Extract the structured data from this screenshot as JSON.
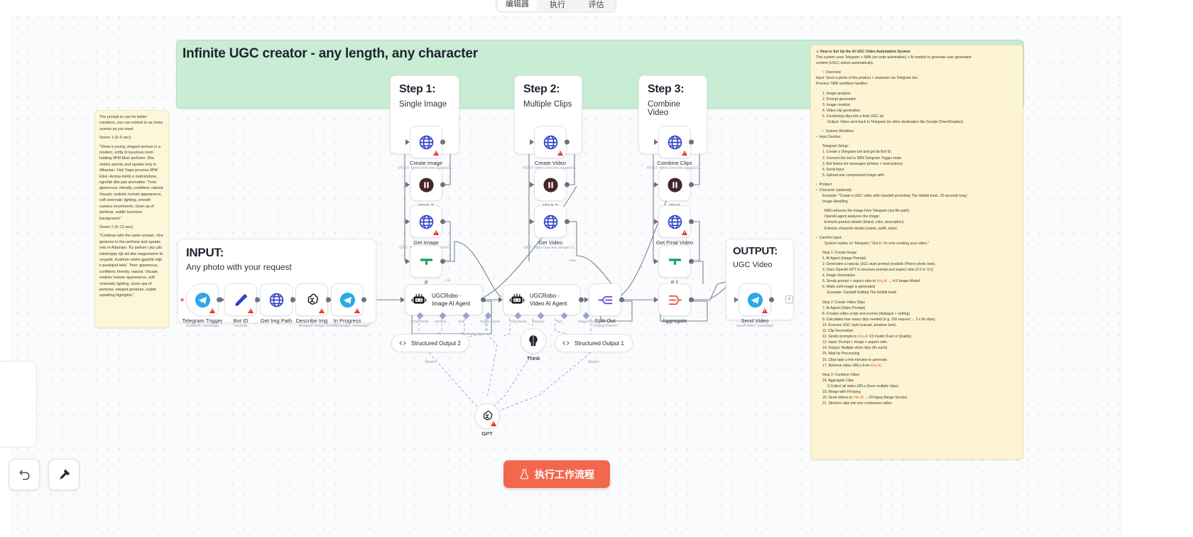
{
  "tabstrip": {
    "tabs": [
      "编辑器",
      "执行",
      "评估"
    ],
    "active_index": 0
  },
  "notes": {
    "green_title": "Infinite UGC creator - any length, any character",
    "left_note": [
      "The prompt to use for better creations, you can extend to as many scenes as you want",
      "Scene 1 (0–6 sec):",
      "\"Show a young, elegant woman in a modern, softly lit luxurious room holding 9PM Elixir perfume. She smiles warmly and speaks only in Albanian: 'Hej! Sapo provova 9PM Elixir. Aroma është e mahnitshme, ngrohtë dhe pak aromatike.' Tone: glamorous, friendly, confident, natural. Visuals: realistic human appearance, soft cinematic lighting, smooth camera movements, close-up of perfume, subtle luxurious background.\"",
      "Scene 2 (6–12 sec):",
      "\"Continue with the same woman. She gestures to the perfume and speaks only in Albanian: 'Ky parfum i jep çdo mbrëmjeje një stil dhe magnetizëm të veçantë. Kushton vetëm gjashtë mijë e pesëqind lekë.' Tone: glamorous, confident, friendly, natural. Visuals: realistic human appearance, soft cinematic lighting, close-ups of perfume, elegant gestures, subtle sparkling highlights.\""
    ],
    "right_note": [
      {
        "text": "How to Set Up the AI UGC Video Automation System",
        "style": "pin"
      },
      {
        "text": "This system uses Telegram + N8N (no-code automation) + AI models to generate user-generated",
        "style": "plain"
      },
      {
        "text": "content (UGC) videos automatically.",
        "style": "plain"
      },
      {
        "text": "",
        "style": "gap"
      },
      {
        "text": "Overview",
        "style": "bullet-ind"
      },
      {
        "text": "Input: Send a photo of the product + character via Telegram bot.",
        "style": "plain"
      },
      {
        "text": "Process: N8N workflow handles:",
        "style": "plain"
      },
      {
        "text": "",
        "style": "gap"
      },
      {
        "text": "1. Image analysis",
        "style": "ind1"
      },
      {
        "text": "2. Prompt generation",
        "style": "ind1"
      },
      {
        "text": "3. Image creation",
        "style": "ind1"
      },
      {
        "text": "4. Video clip generation",
        "style": "ind1"
      },
      {
        "text": "5. Combining clips into a final UGC ad",
        "style": "ind1"
      },
      {
        "text": "Output: Video sent back to Telegram (or other destination like Google Drive/Dropbox).",
        "style": "ind2"
      },
      {
        "text": "",
        "style": "gap"
      },
      {
        "text": "System Workflow",
        "style": "bullet-ind"
      },
      {
        "text": "Input Section",
        "style": "bullet"
      },
      {
        "text": "",
        "style": "gap"
      },
      {
        "text": "Telegram Setup:",
        "style": "ind1"
      },
      {
        "text": "1. Create a Telegram bot and get its Bot ID.",
        "style": "ind1"
      },
      {
        "text": "2. Connect the bot to N8N Telegram Trigger node.",
        "style": "ind1"
      },
      {
        "text": "3. Bot listens for messages (photos + instructions).",
        "style": "ind1"
      },
      {
        "text": "4. Send Input",
        "style": "ind1"
      },
      {
        "text": "5. Upload one compressed image with :",
        "style": "ind1"
      },
      {
        "text": "",
        "style": "gap"
      },
      {
        "text": "Product",
        "style": "bullet"
      },
      {
        "text": "Character (optional)",
        "style": "bullet"
      },
      {
        "text": "Example: \"Create a UGC video with Gandalf promoting The Hobbit book. 20 seconds long.\"",
        "style": "ind1"
      },
      {
        "text": "Image Handling",
        "style": "ind1"
      },
      {
        "text": "",
        "style": "gap"
      },
      {
        "text": ". N8N retrieves the image from Telegram (via file path).",
        "style": "ind1"
      },
      {
        "text": ". OpenAI agent analyzes the image:",
        "style": "ind1"
      },
      {
        "text": ". Extracts product details (brand, color, description).",
        "style": "ind1"
      },
      {
        "text": ". Extracts character details (name, outfit, style).",
        "style": "ind1"
      },
      {
        "text": "",
        "style": "gap"
      },
      {
        "text": "Confirm Input:",
        "style": "bullet"
      },
      {
        "text": ". System replies on Telegram: \"Got it. I'm now creating your video.\"",
        "style": "ind1"
      },
      {
        "text": "",
        "style": "gap"
      },
      {
        "text": "Step 1: Create Image",
        "style": "ind1"
      },
      {
        "text": "1. AI Agent (Image Prompt)",
        "style": "ind1"
      },
      {
        "text": "2. Generates a natural, UGC-style prompt (realistic iPhone photo look).",
        "style": "ind1"
      },
      {
        "text": "3. Uses OpenAI GPT to structure prompt and aspect ratio (2:3 or 3:2).",
        "style": "ind1"
      },
      {
        "text": "4. Image Generation",
        "style": "ind1"
      },
      {
        "text": "5. Sends prompt + aspect ratio to |Key.AI| → 4.0 Image Model.",
        "style": "ind1-key"
      },
      {
        "text": "6. Waits until image is generated.",
        "style": "ind1"
      },
      {
        "text": "Example: Gandalf holding The Hobbit book.",
        "style": "ind2"
      },
      {
        "text": "",
        "style": "gap"
      },
      {
        "text": "Step 2: Create Video Clips",
        "style": "ind1"
      },
      {
        "text": "7. AI Agent (Video Prompt)",
        "style": "ind1"
      },
      {
        "text": "8. Creates video script and scenes (dialogue + setting).",
        "style": "ind1"
      },
      {
        "text": "9. Calculates how many clips needed (e.g. 20s request → 3 x 8s clips).",
        "style": "ind1"
      },
      {
        "text": "10. Ensures UGC style (casual, amateur look).",
        "style": "ind1"
      },
      {
        "text": "11. Clip Generation",
        "style": "ind1"
      },
      {
        "text": "12. Sends prompts to |Key.AI| V3 model (Fast or Quality).",
        "style": "ind1-key"
      },
      {
        "text": "13. Input: Prompt + image + aspect ratio.",
        "style": "ind1"
      },
      {
        "text": "14. Output: Multiple short clips (8s each).",
        "style": "ind1"
      },
      {
        "text": "15. Wait for Processing",
        "style": "ind1"
      },
      {
        "text": "16. Clips take a few minutes to generate.",
        "style": "ind1"
      },
      {
        "text": "17. Retrieve video URLs from |Key.AI|.",
        "style": "ind1-key"
      },
      {
        "text": "",
        "style": "gap"
      },
      {
        "text": "Step 3: Combine Video",
        "style": "ind1"
      },
      {
        "text": "18. Aggregate Clips",
        "style": "ind1"
      },
      {
        "text": "2.Collect all video URLs (from multiple clips).",
        "style": "ind2"
      },
      {
        "text": "19. Merge with FFmpeg",
        "style": "ind1"
      },
      {
        "text": "20. Send videos to |File.AI| → FFmpeg Merge Service.",
        "style": "ind1-file"
      },
      {
        "text": "21. Stitches clips into one continuous video.",
        "style": "ind1"
      }
    ]
  },
  "steps": [
    {
      "title": "Step 1:",
      "subtitle": "Single Image"
    },
    {
      "title": "Step 2:",
      "subtitle": "Multiple Clips"
    },
    {
      "title": "Step 3:",
      "subtitle": "Combine Video"
    }
  ],
  "input_card": {
    "title": "INPUT:",
    "subtitle": "Any photo with your request"
  },
  "output_card": {
    "title": "OUTPUT:",
    "subtitle": "UGC Video"
  },
  "nodes": {
    "telegram_trigger": {
      "label": "Telegram Trigger",
      "sub": "Updates: message",
      "icon": "telegram-icon"
    },
    "bot_id": {
      "label": "Bot ID",
      "sub": "manual",
      "icon": "pencil-icon"
    },
    "get_img_path": {
      "label": "Get Img Path",
      "sub": "",
      "icon": "globe-icon"
    },
    "describe_img": {
      "label": "Describe Img",
      "sub": "Analyze Image",
      "icon": "openai-icon"
    },
    "in_progress": {
      "label": "In Progress",
      "sub": "sendMessage: message",
      "icon": "telegram-icon"
    },
    "create_image": {
      "label": "Create Image",
      "sub": "POST: https://api.kie.ai/api/v1...",
      "icon": "globe-icon"
    },
    "wait3": {
      "label": "Wait 3",
      "sub": "",
      "icon": "pause-icon"
    },
    "get_image": {
      "label": "Get Image",
      "sub": "GET: https://api.kie.ai/api/v1/...",
      "icon": "globe-icon"
    },
    "if1": {
      "label": "If",
      "sub": "",
      "icon": "filter-icon",
      "out_true": "true",
      "out_false": "false"
    },
    "create_video": {
      "label": "Create Video",
      "sub": "POST: https://api.kie.ai/api/v1...",
      "icon": "globe-icon"
    },
    "wait2": {
      "label": "Wait 2",
      "sub": "",
      "icon": "pause-icon"
    },
    "get_video": {
      "label": "Get Video",
      "sub": "GET: https://api.kie.ai/api/v1/...",
      "icon": "globe-icon"
    },
    "combine_clips": {
      "label": "Combine Clips",
      "sub": "POST: https://api.kie.ai/api/v1...",
      "icon": "globe-icon"
    },
    "wait": {
      "label": "Wait",
      "sub": "",
      "icon": "pause-icon"
    },
    "get_final_video": {
      "label": "Get Final Video",
      "sub": "",
      "icon": "globe-icon"
    },
    "if2": {
      "label": "If 2",
      "sub": "",
      "icon": "filter-icon"
    },
    "aggregate": {
      "label": "Aggregate",
      "sub": "",
      "icon": "aggregate-icon"
    },
    "send_video": {
      "label": "Send Video",
      "sub": "sendVideo: message",
      "icon": "telegram-icon"
    },
    "image_agent": {
      "label": "UGCRobo - Image AI Agent",
      "icon": "robot-icon"
    },
    "video_agent": {
      "label": "UGCRobo - Video AI Agent",
      "icon": "robot-icon"
    },
    "split_out": {
      "label": "Split Out",
      "sub": "Output Parser",
      "icon": "splitout-icon"
    },
    "structured_output_1": {
      "label": "Structured Output 1",
      "sub": "Model",
      "icon": "code-icon"
    },
    "structured_output_2": {
      "label": "Structured Output 2",
      "sub": "Model",
      "icon": "code-icon"
    },
    "think": {
      "label": "Think",
      "icon": "think-icon"
    },
    "gpt": {
      "label": "GPT",
      "icon": "openai-icon"
    }
  },
  "sub_ports": [
    "Chat Model",
    "Memory",
    "Tool",
    "Output Parser"
  ],
  "execute_button": {
    "label": "执行工作流程",
    "icon": "flask-icon"
  },
  "toolbar": {
    "undo": "undo-icon",
    "pin": "pin-icon"
  },
  "colors": {
    "accent": "#f2674e",
    "note_green": "#c9ecd5",
    "note_yellow": "#fdf4d3",
    "warn": "#e02b20",
    "telegram": "#29a9e9"
  }
}
